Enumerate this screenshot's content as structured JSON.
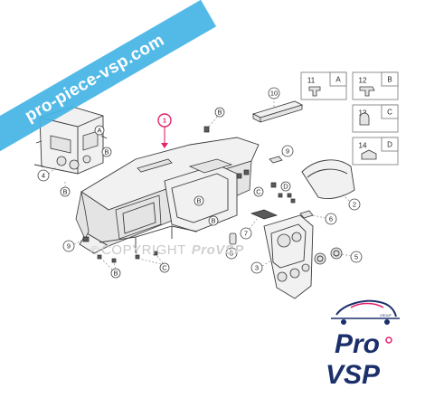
{
  "banner": {
    "text": "pro-piece-vsp.com"
  },
  "watermark": {
    "symbol": "©",
    "text": "COPYRIGHT",
    "brand": "ProVSP"
  },
  "logo": {
    "text_top": "Pro",
    "text_bottom": "VSP",
    "small": "GROUP",
    "brand_color": "#1b2f6b",
    "accent_color": "#e2246d"
  },
  "legend": [
    {
      "number": "11",
      "letter": "A"
    },
    {
      "number": "12",
      "letter": "B"
    },
    {
      "number": "13",
      "letter": "C"
    },
    {
      "number": "14",
      "letter": "D"
    }
  ],
  "callouts": {
    "n1": "1",
    "n2": "2",
    "n3": "3",
    "n4": "4",
    "n5": "5",
    "n6": "6",
    "n7": "7",
    "n8": "8",
    "n9a": "9",
    "n9b": "9",
    "n10": "10",
    "b": "B",
    "c": "C",
    "d": "D",
    "a": "A"
  },
  "colors": {
    "line": "#333333",
    "part_fill": "#eeeeee",
    "dark_fill": "#555555",
    "highlight": "#e2246d"
  }
}
